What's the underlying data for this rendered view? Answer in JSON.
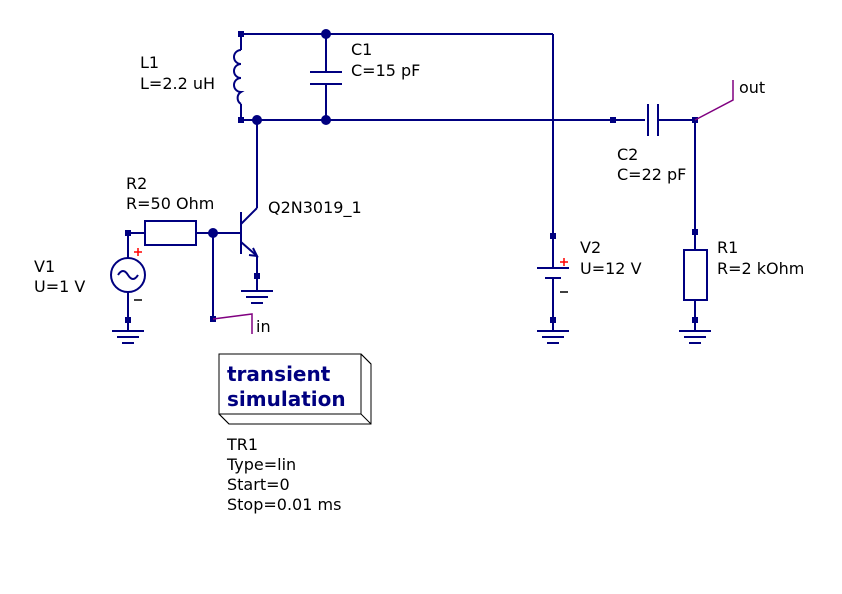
{
  "colors": {
    "wire": "#000080",
    "plus_sign": "#ff0000",
    "wire_label_line": "#800080",
    "text": "#000000",
    "sim_title": "#000080"
  },
  "components": {
    "L1": {
      "name": "L1",
      "value": "L=2.2 uH"
    },
    "C1": {
      "name": "C1",
      "value": "C=15 pF"
    },
    "C2": {
      "name": "C2",
      "value": "C=22 pF"
    },
    "R1": {
      "name": "R1",
      "value": "R=2 kOhm"
    },
    "R2": {
      "name": "R2",
      "value": "R=50 Ohm"
    },
    "V1": {
      "name": "V1",
      "value": "U=1 V"
    },
    "V2": {
      "name": "V2",
      "value": "U=12 V"
    },
    "Q1": {
      "name": "Q2N3019_1"
    }
  },
  "wire_labels": {
    "out": "out",
    "in": "in"
  },
  "simulation": {
    "title_line1": "transient",
    "title_line2": "simulation",
    "name": "TR1",
    "type": "Type=lin",
    "start": "Start=0",
    "stop": "Stop=0.01 ms"
  }
}
